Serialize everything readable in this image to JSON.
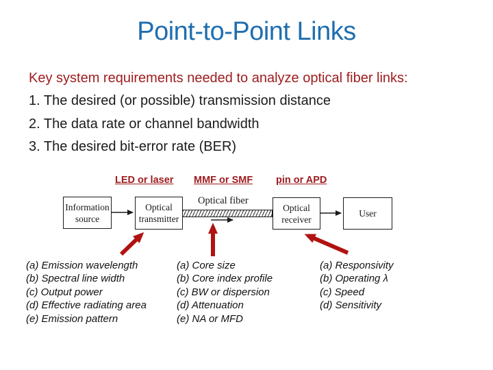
{
  "slide": {
    "title": "Point-to-Point Links",
    "intro": "Key system requirements needed to analyze optical fiber links:",
    "requirements": [
      "1. The desired (or possible) transmission distance",
      "2. The data rate or channel bandwidth",
      "3. The desired bit-error rate (BER)"
    ]
  },
  "diagram": {
    "component_labels": [
      {
        "text": "LED or laser"
      },
      {
        "text": "MMF or SMF"
      },
      {
        "text": "pin or APD"
      }
    ],
    "boxes": [
      {
        "line1": "Information",
        "line2": "source"
      },
      {
        "line1": "Optical",
        "line2": "transmitter"
      },
      {
        "line1": "Optical",
        "line2": "receiver"
      },
      {
        "line1": "User",
        "line2": ""
      }
    ],
    "fiber_label": "Optical fiber"
  },
  "columns": {
    "transmitter_properties": [
      "(a) Emission wavelength",
      "(b) Spectral line width",
      "(c) Output power",
      "(d) Effective radiating area",
      "(e) Emission pattern"
    ],
    "fiber_properties": [
      "(a) Core size",
      "(b) Core index profile",
      "(c) BW or dispersion",
      "(d) Attenuation",
      "(e) NA or MFD"
    ],
    "receiver_properties": [
      "(a) Responsivity",
      "(b) Operating λ",
      "(c) Speed",
      "(d) Sensitivity"
    ]
  },
  "colors": {
    "title_blue": "#1F6EAF",
    "dark_red_text": "#9E1B1E",
    "arrow_red": "#B01311",
    "text_black": "#1A1A1A"
  }
}
